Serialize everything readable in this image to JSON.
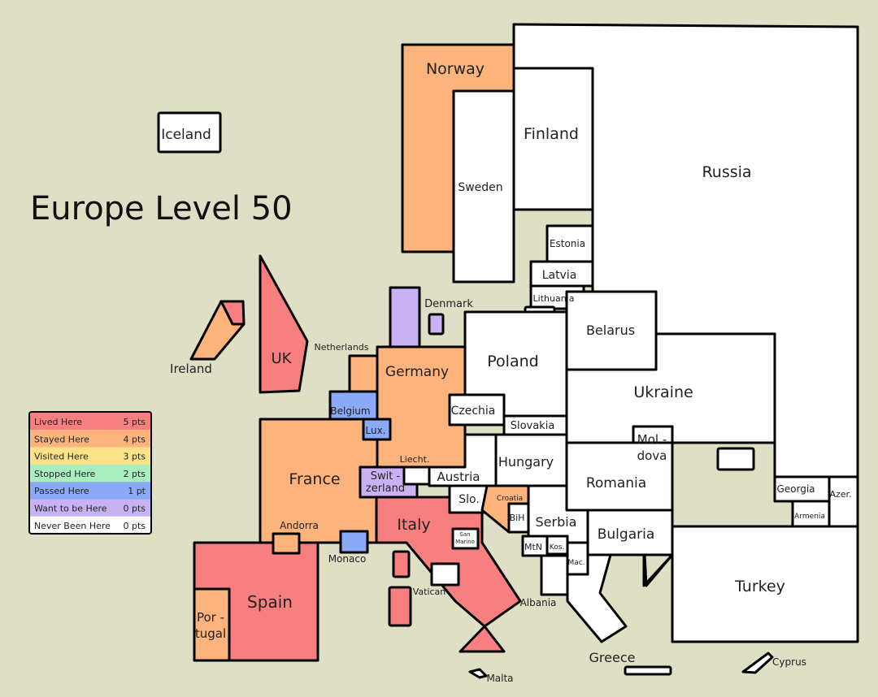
{
  "title": "Europe Level 50",
  "colors": {
    "background": "#dedfc4",
    "lived": "#f77f7f",
    "stayed": "#fcb47c",
    "visited": "#fde387",
    "stopped": "#a8f0bd",
    "passed": "#8aa9f7",
    "want": "#c9b2f3",
    "never": "#ffffff"
  },
  "legend": [
    {
      "label": "Lived Here",
      "points": "5 pts",
      "status": "lived"
    },
    {
      "label": "Stayed Here",
      "points": "4 pts",
      "status": "stayed"
    },
    {
      "label": "Visited Here",
      "points": "3 pts",
      "status": "visited"
    },
    {
      "label": "Stopped Here",
      "points": "2 pts",
      "status": "stopped"
    },
    {
      "label": "Passed Here",
      "points": "1 pt",
      "status": "passed"
    },
    {
      "label": "Want to be Here",
      "points": "0 pts",
      "status": "want"
    },
    {
      "label": "Never Been Here",
      "points": "0 pts",
      "status": "never"
    }
  ],
  "countries": [
    {
      "id": "russia",
      "name": "Russia",
      "status": "never"
    },
    {
      "id": "norway",
      "name": "Norway",
      "status": "stayed"
    },
    {
      "id": "sweden",
      "name": "Sweden",
      "status": "never"
    },
    {
      "id": "finland",
      "name": "Finland",
      "status": "never"
    },
    {
      "id": "iceland",
      "name": "Iceland",
      "status": "never"
    },
    {
      "id": "estonia",
      "name": "Estonia",
      "status": "never"
    },
    {
      "id": "latvia",
      "name": "Latvia",
      "status": "never"
    },
    {
      "id": "lithuania",
      "name": "Lithuania",
      "status": "never"
    },
    {
      "id": "denmark",
      "name": "Denmark",
      "status": "want"
    },
    {
      "id": "ireland",
      "name": "Ireland",
      "status": "stayed"
    },
    {
      "id": "uk",
      "name": "UK",
      "status": "lived"
    },
    {
      "id": "netherlands",
      "name": "Netherlands",
      "status": "stayed"
    },
    {
      "id": "belgium",
      "name": "Belgium",
      "status": "passed"
    },
    {
      "id": "luxembourg",
      "name": "Lux.",
      "status": "passed"
    },
    {
      "id": "germany",
      "name": "Germany",
      "status": "stayed"
    },
    {
      "id": "poland",
      "name": "Poland",
      "status": "never"
    },
    {
      "id": "belarus",
      "name": "Belarus",
      "status": "never"
    },
    {
      "id": "ukraine",
      "name": "Ukraine",
      "status": "never"
    },
    {
      "id": "czechia",
      "name": "Czechia",
      "status": "never"
    },
    {
      "id": "slovakia",
      "name": "Slovakia",
      "status": "never"
    },
    {
      "id": "moldova",
      "name": "Mol - dova",
      "status": "never"
    },
    {
      "id": "france",
      "name": "France",
      "status": "stayed"
    },
    {
      "id": "switzerland",
      "name": "Swit - zerland",
      "status": "want"
    },
    {
      "id": "liechtenstein",
      "name": "Liecht.",
      "status": "never"
    },
    {
      "id": "austria",
      "name": "Austria",
      "status": "never"
    },
    {
      "id": "hungary",
      "name": "Hungary",
      "status": "never"
    },
    {
      "id": "romania",
      "name": "Romania",
      "status": "never"
    },
    {
      "id": "slovenia",
      "name": "Slo.",
      "status": "never"
    },
    {
      "id": "croatia",
      "name": "Croatia",
      "status": "stayed"
    },
    {
      "id": "bih",
      "name": "BiH",
      "status": "never"
    },
    {
      "id": "serbia",
      "name": "Serbia",
      "status": "never"
    },
    {
      "id": "montenegro",
      "name": "MtN",
      "status": "never"
    },
    {
      "id": "kosovo",
      "name": "Kos.",
      "status": "never"
    },
    {
      "id": "macedonia",
      "name": "Mac.",
      "status": "never"
    },
    {
      "id": "bulgaria",
      "name": "Bulgaria",
      "status": "never"
    },
    {
      "id": "albania",
      "name": "Albania",
      "status": "never"
    },
    {
      "id": "greece",
      "name": "Greece",
      "status": "never"
    },
    {
      "id": "turkey",
      "name": "Turkey",
      "status": "never"
    },
    {
      "id": "georgia",
      "name": "Georgia",
      "status": "never"
    },
    {
      "id": "azerbaijan",
      "name": "Azer.",
      "status": "never"
    },
    {
      "id": "armenia",
      "name": "Armenia",
      "status": "never"
    },
    {
      "id": "cyprus",
      "name": "Cyprus",
      "status": "never"
    },
    {
      "id": "malta",
      "name": "Malta",
      "status": "never"
    },
    {
      "id": "italy",
      "name": "Italy",
      "status": "lived"
    },
    {
      "id": "sanmarino",
      "name": "San Marino",
      "status": "never"
    },
    {
      "id": "vatican",
      "name": "Vatican",
      "status": "never"
    },
    {
      "id": "monaco",
      "name": "Monaco",
      "status": "passed"
    },
    {
      "id": "andorra",
      "name": "Andorra",
      "status": "stayed"
    },
    {
      "id": "spain",
      "name": "Spain",
      "status": "lived"
    },
    {
      "id": "portugal",
      "name": "Por - tugal",
      "status": "stayed"
    }
  ]
}
